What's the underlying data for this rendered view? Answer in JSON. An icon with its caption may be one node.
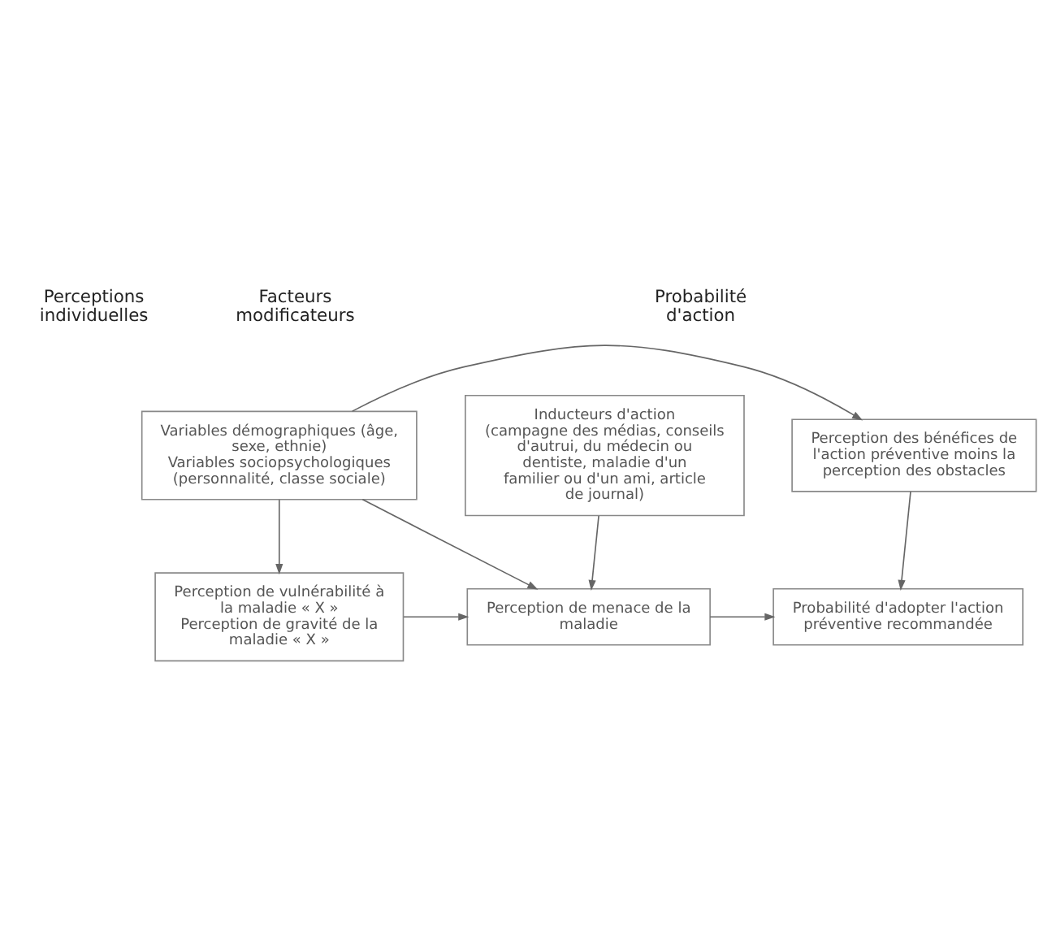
{
  "diagram": {
    "nodes": [
      {
        "text": [
          "Variables démographiques (âge, sexe, ethnie)",
          "Variables sociopsychologiques (personnalité, classe sociale)"
        ]
      },
      {
        "text": [
          "Perception des bénéfices de l'action préventive moins la perception des obstacles"
        ]
      },
      {
        "text": [
          "Perception de vulnérabilité à la maladie « X »",
          "Perception de gravité de la maladie « X »"
        ]
      },
      {
        "text": [
          "Perception de menace de la maladie"
        ]
      },
      {
        "text": [
          "Probabilité d'adopter l'action préventive recommandée"
        ]
      },
      {
        "text": [
          "Inducteurs d'action",
          "(campagne des médias, conseils d'autrui, du médecin ou dentiste, maladie d'un familier ou d'un ami, article de journal)"
        ]
      }
    ],
    "edges": [
      {
        "from": 0,
        "to": 1,
        "arrow": "to"
      },
      {
        "from": 0,
        "to": 2,
        "arrow": "to"
      },
      {
        "from": 0,
        "to": 3,
        "arrow": "to"
      },
      {
        "from": 1,
        "to": 4,
        "arrow": "to"
      },
      {
        "from": 2,
        "to": 3,
        "arrow": "to"
      },
      {
        "from": 3,
        "to": 4,
        "arrow": "to"
      },
      {
        "from": 5,
        "to": 3,
        "arrow": "to"
      }
    ],
    "labels": [
      "Perceptions individuelles",
      "Facteurs modificateurs",
      "Probabilité d'action"
    ]
  }
}
